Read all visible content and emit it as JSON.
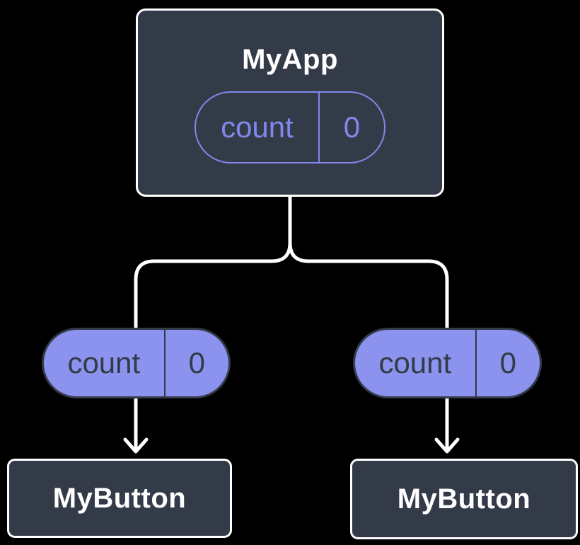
{
  "diagram": {
    "description": "Component tree diagram: parent component holding state passed down as props to two child components",
    "background_color": "#000000",
    "colors": {
      "node_fill": "#343b48",
      "node_border": "#ffffff",
      "connector": "#ffffff",
      "state_pill_accent": "#8088ec",
      "prop_pill_fill": "#8b93ee",
      "prop_pill_text": "#333a48"
    }
  },
  "tree": {
    "root": {
      "title": "MyApp",
      "state": {
        "name": "count",
        "value": "0"
      }
    },
    "children": [
      {
        "prop": {
          "name": "count",
          "value": "0"
        },
        "component": "MyButton"
      },
      {
        "prop": {
          "name": "count",
          "value": "0"
        },
        "component": "MyButton"
      }
    ]
  }
}
